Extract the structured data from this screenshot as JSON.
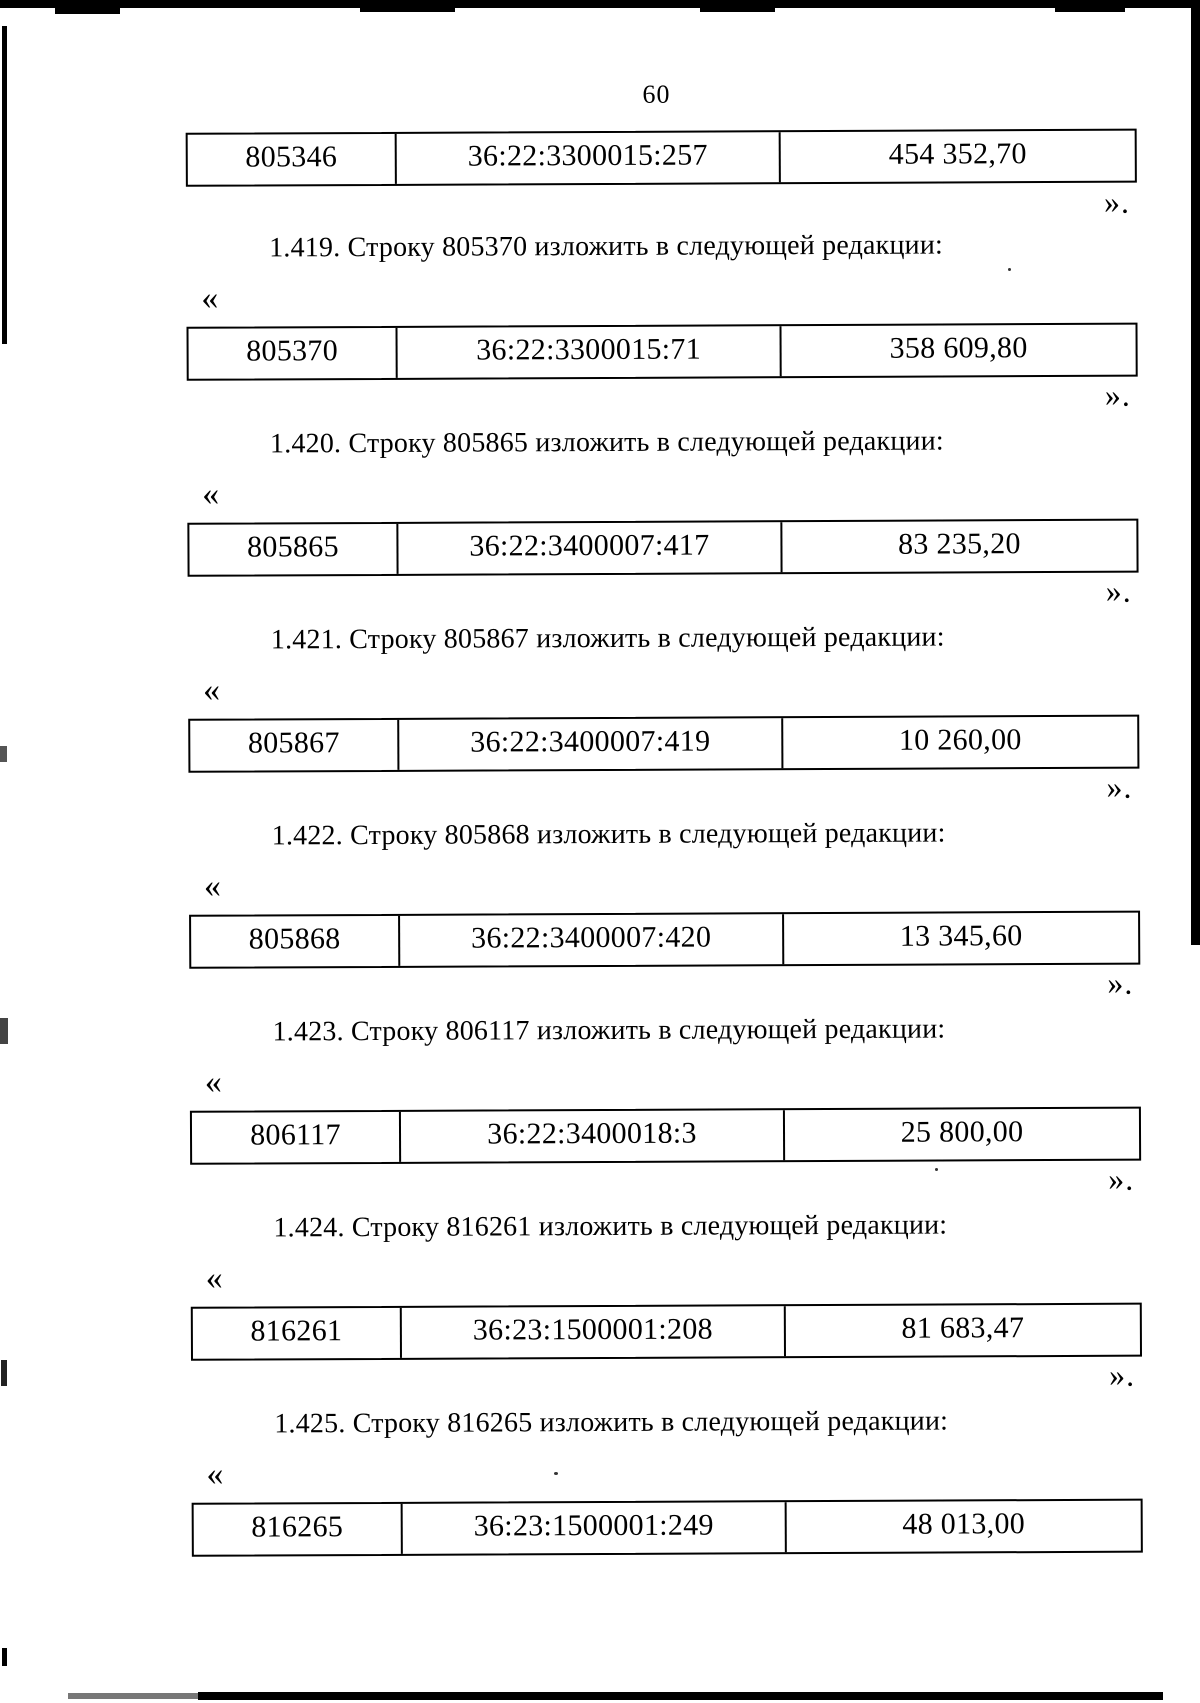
{
  "page": {
    "number": "60",
    "quotes": {
      "open": "«",
      "close": "»."
    }
  },
  "continuation": {
    "row": {
      "id": "805346",
      "cadastral_number": "36:22:3300015:257",
      "value": "454 352,70"
    },
    "close_quote_visible": true
  },
  "sections": [
    {
      "heading": "1.419. Строку 805370 изложить в следующей редакции:",
      "row": {
        "id": "805370",
        "cadastral_number": "36:22:3300015:71",
        "value": "358 609,80"
      },
      "close_quote_visible": true
    },
    {
      "heading": "1.420. Строку 805865 изложить в следующей редакции:",
      "row": {
        "id": "805865",
        "cadastral_number": "36:22:3400007:417",
        "value": "83 235,20"
      },
      "close_quote_visible": true
    },
    {
      "heading": "1.421. Строку 805867 изложить в следующей редакции:",
      "row": {
        "id": "805867",
        "cadastral_number": "36:22:3400007:419",
        "value": "10 260,00"
      },
      "close_quote_visible": true
    },
    {
      "heading": "1.422. Строку 805868 изложить в следующей редакции:",
      "row": {
        "id": "805868",
        "cadastral_number": "36:22:3400007:420",
        "value": "13 345,60"
      },
      "close_quote_visible": true
    },
    {
      "heading": "1.423. Строку 806117 изложить в следующей редакции:",
      "row": {
        "id": "806117",
        "cadastral_number": "36:22:3400018:3",
        "value": "25 800,00"
      },
      "close_quote_visible": true
    },
    {
      "heading": "1.424. Строку 816261 изложить в следующей редакции:",
      "row": {
        "id": "816261",
        "cadastral_number": "36:23:1500001:208",
        "value": "81 683,47"
      },
      "close_quote_visible": true
    },
    {
      "heading": "1.425. Строку 816265 изложить в следующей редакции:",
      "row": {
        "id": "816265",
        "cadastral_number": "36:23:1500001:249",
        "value": "48 013,00"
      },
      "close_quote_visible": false
    }
  ]
}
